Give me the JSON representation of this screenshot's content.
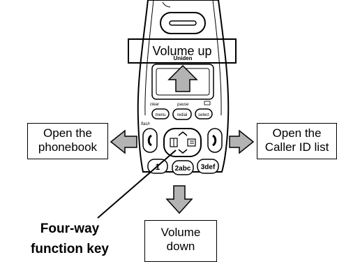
{
  "callouts": {
    "volume_up": "Volume up",
    "open_phonebook": [
      "Open the",
      "phonebook"
    ],
    "open_caller_id": [
      "Open the",
      "Caller ID list"
    ],
    "volume_down": [
      "Volume",
      "down"
    ]
  },
  "key_label": [
    "Four-way",
    "function key"
  ],
  "handset": {
    "brand": "Uniden",
    "soft_keys": [
      "clear",
      "pause"
    ],
    "buttons": [
      "menu",
      "redial",
      "select"
    ],
    "flash": "flash",
    "keypad": [
      "1",
      "2abc",
      "3def"
    ]
  },
  "colors": {
    "arrow_fill": "#b3b3b3",
    "outline": "#000000"
  }
}
